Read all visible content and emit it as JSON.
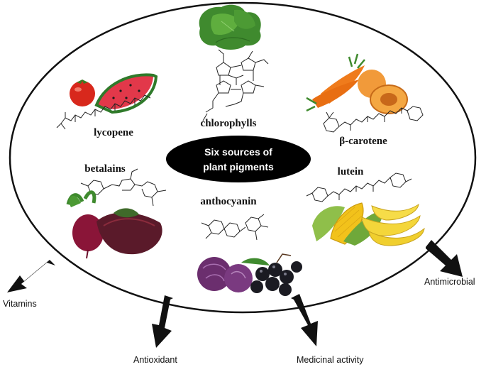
{
  "center": {
    "line1": "Six sources of",
    "line2": "plant pigments"
  },
  "pigments": {
    "chlorophylls": "chlorophylls",
    "lycopene": "lycopene",
    "carotene": "β-carotene",
    "betalains": "betalains",
    "lutein": "lutein",
    "anthocyanin": "anthocyanin"
  },
  "activities": {
    "vitamins": "Vitamins",
    "antioxidant": "Antioxidant",
    "medicinal": "Medicinal activity",
    "antimicrobial": "Antimicrobial"
  },
  "colors": {
    "ellipse_stroke": "#111111",
    "center_fill": "#000000",
    "arrow": "#111111",
    "spinach": "#3f8a2e",
    "tomato": "#d8281c",
    "watermelon": "#e2384a",
    "carrot": "#ef7b1c",
    "apricot": "#f19a3a",
    "beet": "#8a1538",
    "corn": "#f2c21b",
    "banana": "#f4d63a",
    "cabbage": "#6b2e6e",
    "currant": "#1b1b22"
  }
}
